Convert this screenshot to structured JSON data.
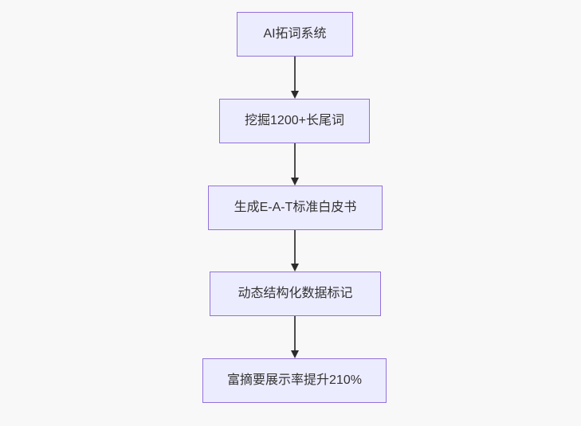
{
  "diagram": {
    "type": "flowchart",
    "direction": "top-down",
    "nodes": [
      {
        "id": "step1",
        "label": "AI拓词系统"
      },
      {
        "id": "step2",
        "label": "挖掘1200+长尾词"
      },
      {
        "id": "step3",
        "label": "生成E-A-T标准白皮书"
      },
      {
        "id": "step4",
        "label": "动态结构化数据标记"
      },
      {
        "id": "step5",
        "label": "富摘要展示率提升210%"
      }
    ],
    "edges": [
      {
        "from": "step1",
        "to": "step2"
      },
      {
        "from": "step2",
        "to": "step3"
      },
      {
        "from": "step3",
        "to": "step4"
      },
      {
        "from": "step4",
        "to": "step5"
      }
    ],
    "colors": {
      "node_fill": "#ECECFF",
      "node_border": "#9370DB",
      "arrow_line": "#4d4d4d",
      "arrow_head": "#2b2b2b",
      "text": "#333333",
      "background": "#f8f8f8"
    }
  }
}
